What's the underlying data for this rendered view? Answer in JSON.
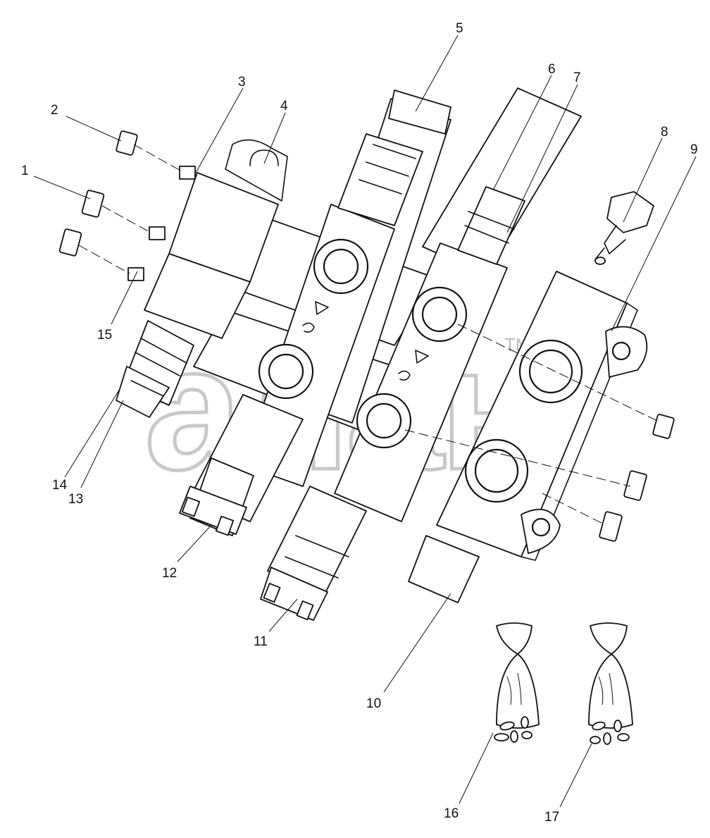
{
  "diagram": {
    "callouts": [
      {
        "id": "1",
        "label": "1"
      },
      {
        "id": "2",
        "label": "2"
      },
      {
        "id": "3",
        "label": "3"
      },
      {
        "id": "4",
        "label": "4"
      },
      {
        "id": "5",
        "label": "5"
      },
      {
        "id": "6",
        "label": "6"
      },
      {
        "id": "7",
        "label": "7"
      },
      {
        "id": "8",
        "label": "8"
      },
      {
        "id": "9",
        "label": "9"
      },
      {
        "id": "10",
        "label": "10"
      },
      {
        "id": "11",
        "label": "11"
      },
      {
        "id": "12",
        "label": "12"
      },
      {
        "id": "13",
        "label": "13"
      },
      {
        "id": "14",
        "label": "14"
      },
      {
        "id": "15",
        "label": "15"
      },
      {
        "id": "16",
        "label": "16"
      },
      {
        "id": "17",
        "label": "17"
      }
    ],
    "watermark": {
      "text": "алаь",
      "trademark": "TM"
    }
  }
}
